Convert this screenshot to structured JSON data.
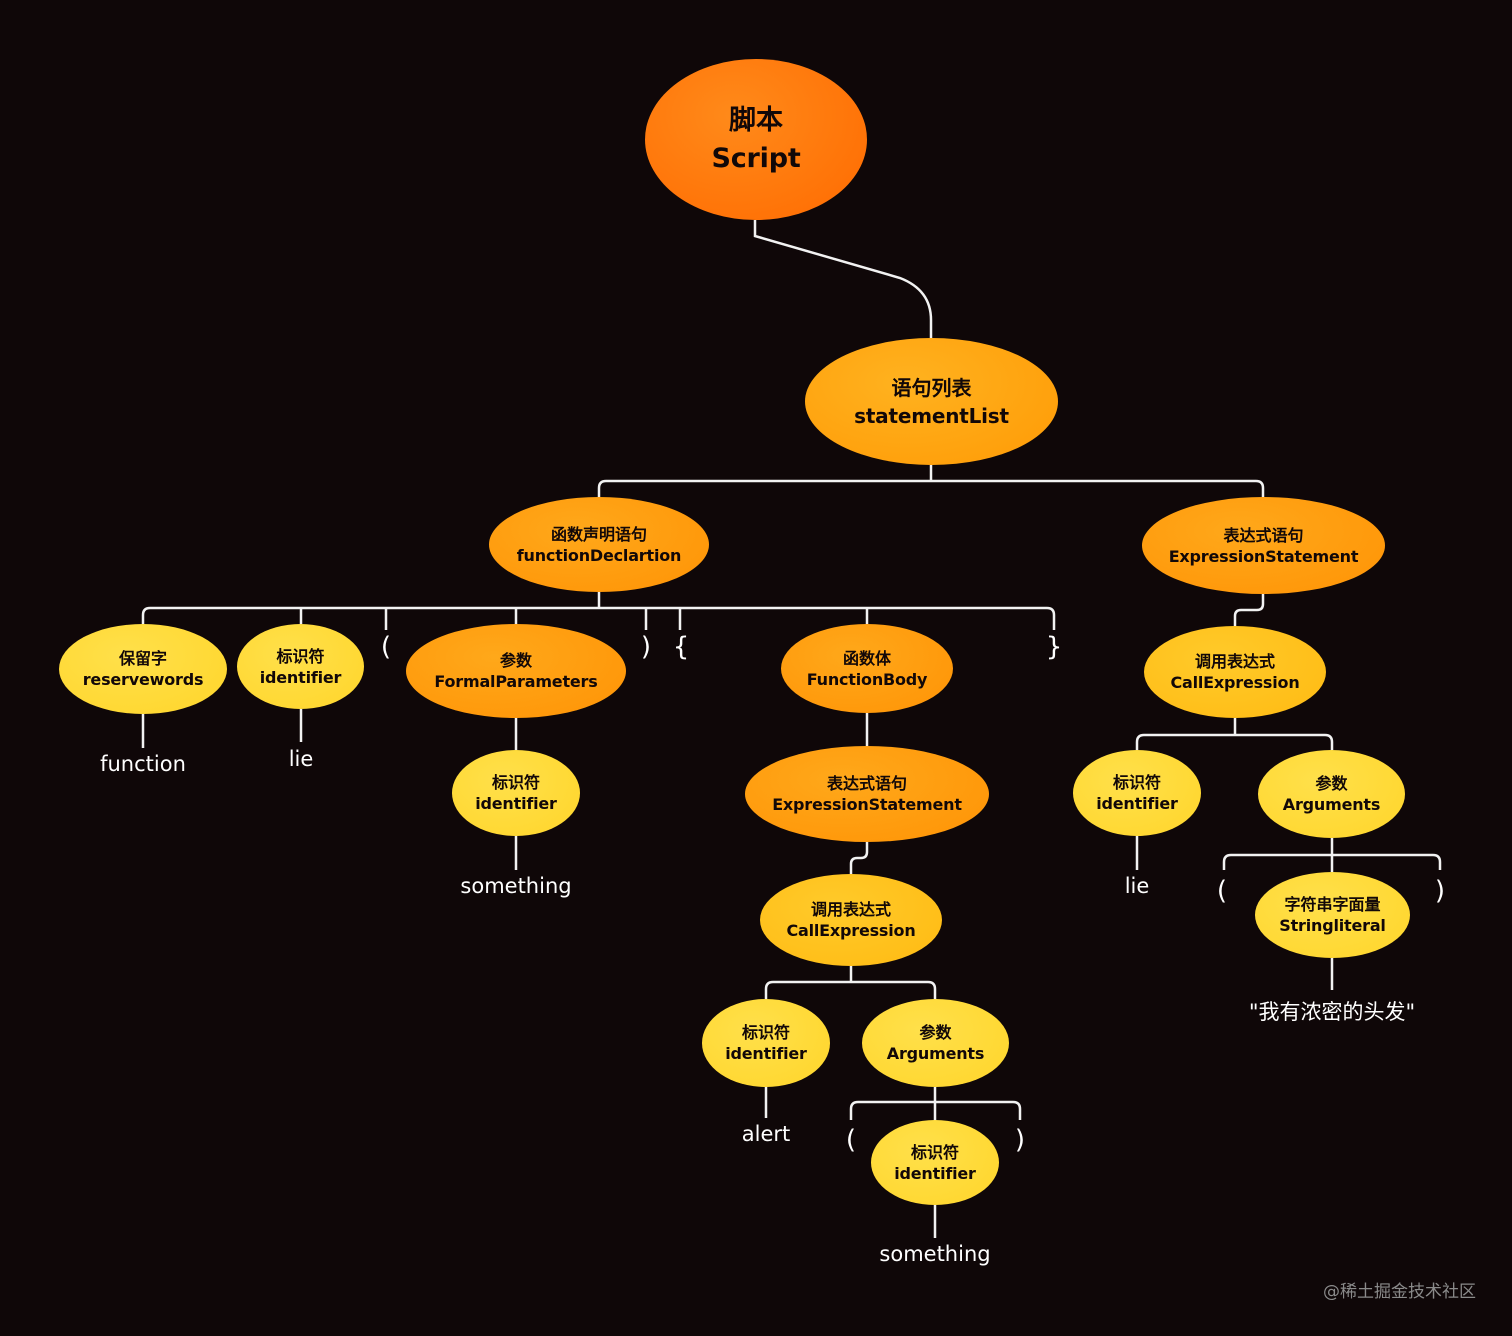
{
  "script": {
    "zh": "脚本",
    "en": "Script"
  },
  "statement_list": {
    "zh": "语句列表",
    "en": "statementList"
  },
  "function_declaration": {
    "zh": "函数声明语句",
    "en": "functionDeclartion"
  },
  "expression_statement_top": {
    "zh": "表达式语句",
    "en": "ExpressionStatement"
  },
  "reservewords": {
    "zh": "保留字",
    "en": "reservewords",
    "leaf": "function"
  },
  "fn_identifier": {
    "zh": "标识符",
    "en": "identifier",
    "leaf": "lie"
  },
  "formal_parameters": {
    "zh": "参数",
    "en": "FormalParameters"
  },
  "param_identifier": {
    "zh": "标识符",
    "en": "identifier",
    "leaf": "something"
  },
  "function_body": {
    "zh": "函数体",
    "en": "FunctionBody"
  },
  "body_expression_statement": {
    "zh": "表达式语句",
    "en": "ExpressionStatement"
  },
  "body_call_expression": {
    "zh": "调用表达式",
    "en": "CallExpression"
  },
  "body_call_identifier": {
    "zh": "标识符",
    "en": "identifier",
    "leaf": "alert"
  },
  "body_arguments": {
    "zh": "参数",
    "en": "Arguments"
  },
  "body_arg_identifier": {
    "zh": "标识符",
    "en": "identifier",
    "leaf": "something"
  },
  "top_call_expression": {
    "zh": "调用表达式",
    "en": "CallExpression"
  },
  "top_call_identifier": {
    "zh": "标识符",
    "en": "identifier",
    "leaf": "lie"
  },
  "top_arguments": {
    "zh": "参数",
    "en": "Arguments"
  },
  "string_literal": {
    "zh": "字符串字面量",
    "en": "Stringliteral",
    "leaf": "\"我有浓密的头发\""
  },
  "punctuation": {
    "lparen": "(",
    "rparen": ")",
    "lbrace": "{",
    "rbrace": "}"
  },
  "watermark": "@稀土掘金技术社区"
}
